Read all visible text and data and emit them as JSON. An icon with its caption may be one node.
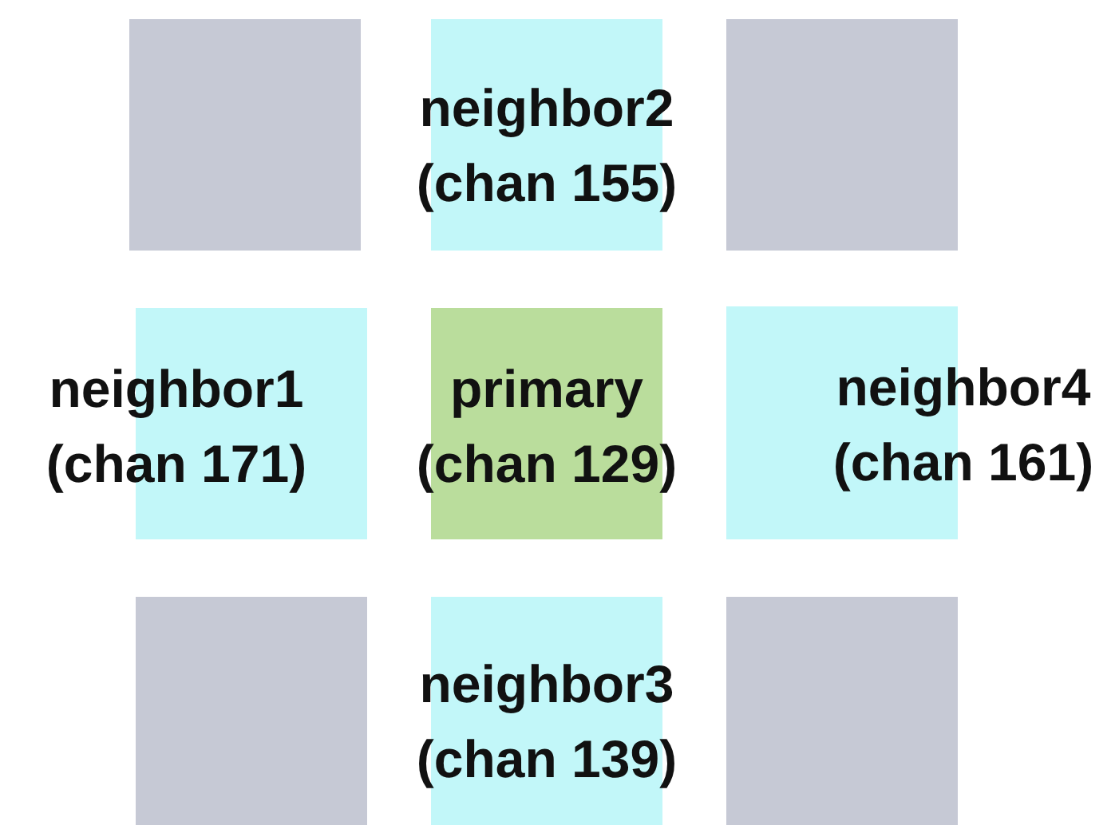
{
  "diagram": {
    "nodes": [
      {
        "text": [],
        "shape": "box"
      },
      {
        "text": [
          "neighbor2 (chan 155)"
        ]
      },
      {
        "text": [],
        "shape": "box"
      },
      {
        "text": [
          "neighbor1 (chan 171)"
        ]
      },
      {
        "text": [
          "primary (chan 129)"
        ]
      },
      {
        "text": [
          "neighbor4 (chan 161)"
        ]
      },
      {
        "text": [],
        "shape": "box"
      },
      {
        "text": [
          "neighbor3 (chan 139)"
        ]
      },
      {
        "text": [],
        "shape": "box"
      }
    ]
  }
}
